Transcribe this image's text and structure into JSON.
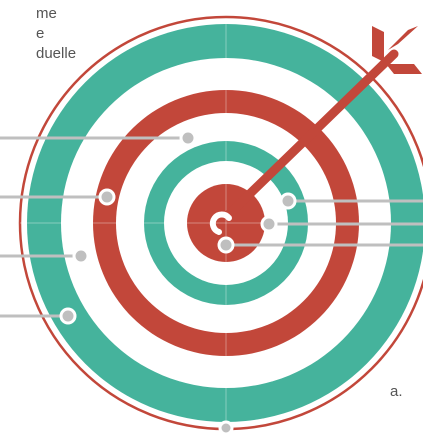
{
  "diagram": {
    "text_fragments": {
      "top_line_1": "me",
      "top_line_2": "e",
      "top_line_3": "duelle",
      "bottom_right": "a."
    },
    "colors": {
      "teal": "#45B39C",
      "red": "#C2473A",
      "white": "#FFFFFF",
      "outer_ring": "#C2473A",
      "callout": "#BFBFBF",
      "text": "#555555"
    },
    "icons": [
      "target-icon",
      "arrow-icon"
    ]
  }
}
